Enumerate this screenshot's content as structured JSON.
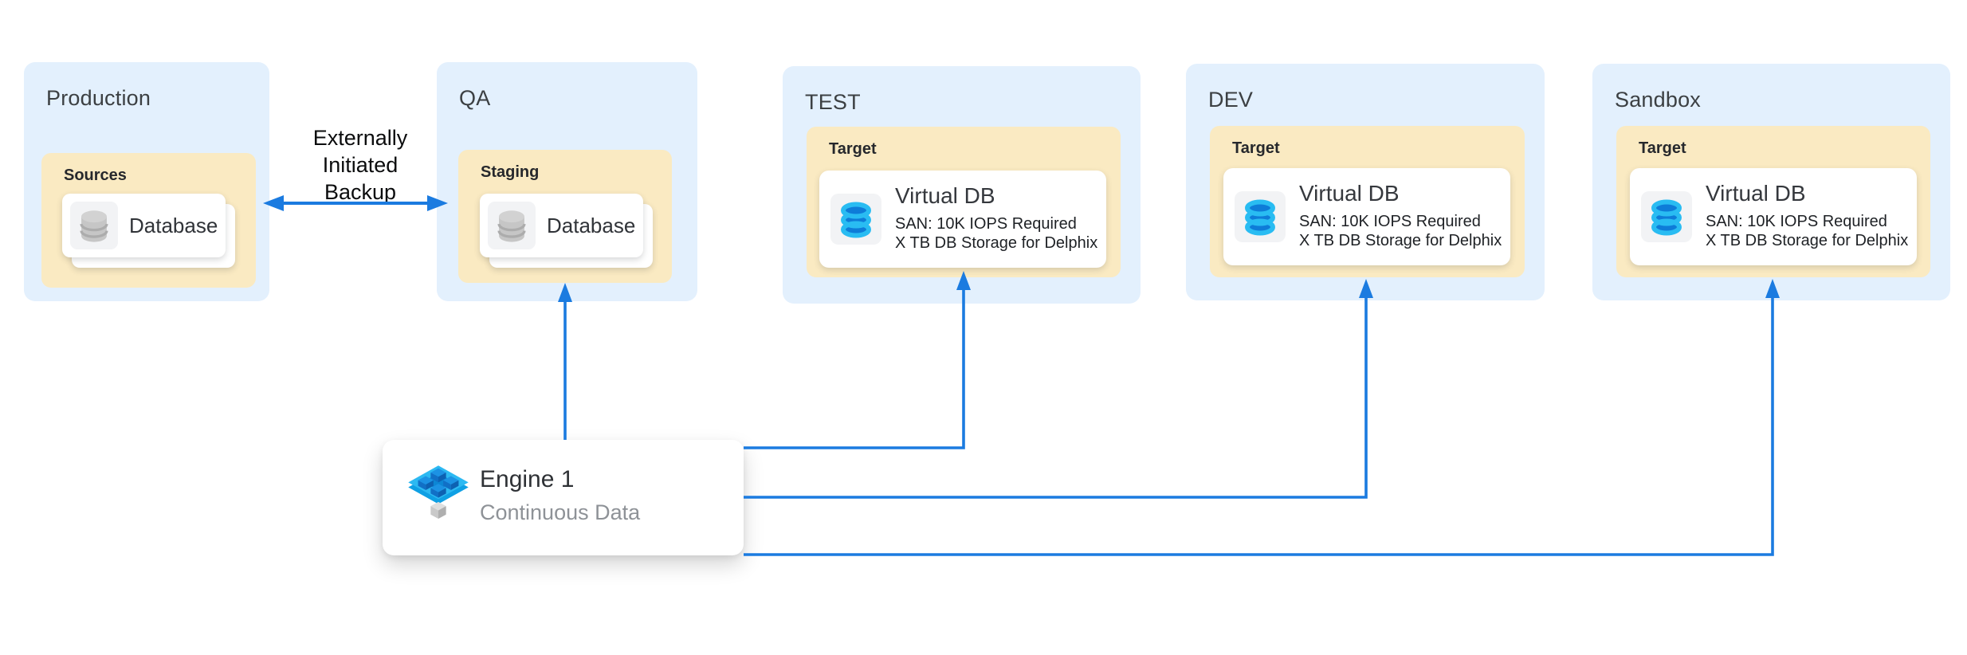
{
  "diagram": {
    "colors": {
      "environment_fill": "#E3F0FD",
      "panel_fill": "#FAEAC2",
      "card_fill": "#FFFFFF",
      "arrow_blue": "#1B7BE0",
      "icon_cyan": "#29BCF2",
      "icon_blue": "#0E7CD8",
      "icon_gray": "#C6C6C6",
      "env_label_text": "#3C4043",
      "card_text": "#1E2125",
      "engine_subtitle_text": "#8E9297"
    },
    "environments": [
      {
        "label": "Production",
        "panel": {
          "label": "Sources",
          "card": {
            "type": "database",
            "icon": "database-cylinder-icon",
            "label": "Database"
          }
        }
      },
      {
        "label": "QA",
        "panel": {
          "label": "Staging",
          "card": {
            "type": "database",
            "icon": "database-cylinder-icon",
            "label": "Database"
          }
        }
      },
      {
        "label": "TEST",
        "panel": {
          "label": "Target",
          "card": {
            "type": "virtual-db",
            "icon": "virtual-db-icon",
            "title": "Virtual DB",
            "line1": "SAN: 10K IOPS Required",
            "line2": "X TB DB Storage for Delphix"
          }
        }
      },
      {
        "label": "DEV",
        "panel": {
          "label": "Target",
          "card": {
            "type": "virtual-db",
            "icon": "virtual-db-icon",
            "title": "Virtual DB",
            "line1": "SAN: 10K IOPS Required",
            "line2": "X TB DB Storage for Delphix"
          }
        }
      },
      {
        "label": "Sandbox",
        "panel": {
          "label": "Target",
          "card": {
            "type": "virtual-db",
            "icon": "virtual-db-icon",
            "title": "Virtual DB",
            "line1": "SAN: 10K IOPS Required",
            "line2": "X TB DB Storage for Delphix"
          }
        }
      }
    ],
    "engine": {
      "name": "Engine 1",
      "subtitle": "Continuous Data",
      "icon": "engine-platform-icon"
    },
    "backup_label": {
      "line1": "Externally",
      "line2": "Initiated",
      "line3": "Backup"
    },
    "connections": [
      {
        "from": "Production",
        "to": "QA",
        "style": "bidirectional-arrow",
        "label": "Externally Initiated Backup"
      },
      {
        "from": "Engine 1",
        "to": "QA / Staging",
        "style": "arrow"
      },
      {
        "from": "Engine 1",
        "to": "TEST / Target",
        "style": "arrow"
      },
      {
        "from": "Engine 1",
        "to": "DEV / Target",
        "style": "arrow"
      },
      {
        "from": "Engine 1",
        "to": "Sandbox / Target",
        "style": "arrow"
      }
    ]
  }
}
